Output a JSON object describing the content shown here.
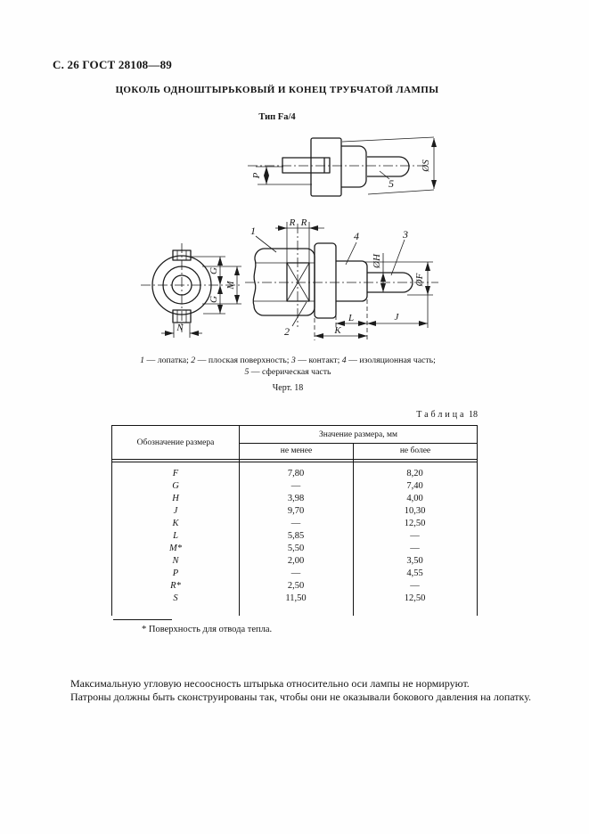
{
  "page": {
    "header": "С. 26 ГОСТ 28108—89",
    "title": "ЦОКОЛЬ ОДНОШТЫРЬКОВЫЙ И КОНЕЦ ТРУБЧАТОЙ ЛАМПЫ",
    "type_label": "Тип Fa/4"
  },
  "figure": {
    "caption_parts": [
      {
        "num": "1",
        "text": " — лопатка; "
      },
      {
        "num": "2",
        "text": " — плоская поверхность; "
      },
      {
        "num": "3",
        "text": " — контакт; "
      },
      {
        "num": "4",
        "text": " — изоляционная часть; "
      },
      {
        "num": "5",
        "text": " — сферическая часть"
      }
    ],
    "figure_label": "Черт. 18",
    "labels": {
      "p": "P",
      "phi_s": "ØS",
      "part1": "1",
      "part2": "2",
      "part3": "3",
      "part4": "4",
      "part5": "5",
      "r": "R",
      "m": "M",
      "g": "G",
      "n": "N",
      "phi_h": "ØH",
      "phi_f": "ØF",
      "l": "L",
      "j": "J",
      "k": "K"
    }
  },
  "table": {
    "label_word": "Таблица",
    "label_num": "18",
    "col1_header": "Обозначение размера",
    "group_header": "Значение размера, мм",
    "min_header": "не менее",
    "max_header": "не более",
    "rows": [
      {
        "name": "F",
        "min": "7,80",
        "max": "8,20"
      },
      {
        "name": "G",
        "min": "—",
        "max": "7,40"
      },
      {
        "name": "H",
        "min": "3,98",
        "max": "4,00"
      },
      {
        "name": "J",
        "min": "9,70",
        "max": "10,30"
      },
      {
        "name": "K",
        "min": "—",
        "max": "12,50"
      },
      {
        "name": "L",
        "min": "5,85",
        "max": "—"
      },
      {
        "name": "M*",
        "min": "5,50",
        "max": "—"
      },
      {
        "name": "N",
        "min": "2,00",
        "max": "3,50"
      },
      {
        "name": "P",
        "min": "—",
        "max": "4,55"
      },
      {
        "name": "R*",
        "min": "2,50",
        "max": "—"
      },
      {
        "name": "S",
        "min": "11,50",
        "max": "12,50"
      }
    ],
    "footnote": "* Поверхность для отвода тепла."
  },
  "notes": [
    "Максимальную угловую несоосность штырька относительно оси лампы не нормируют.",
    "Патроны должны быть сконструированы так, чтобы они не оказывали бокового давления на лопатку."
  ]
}
